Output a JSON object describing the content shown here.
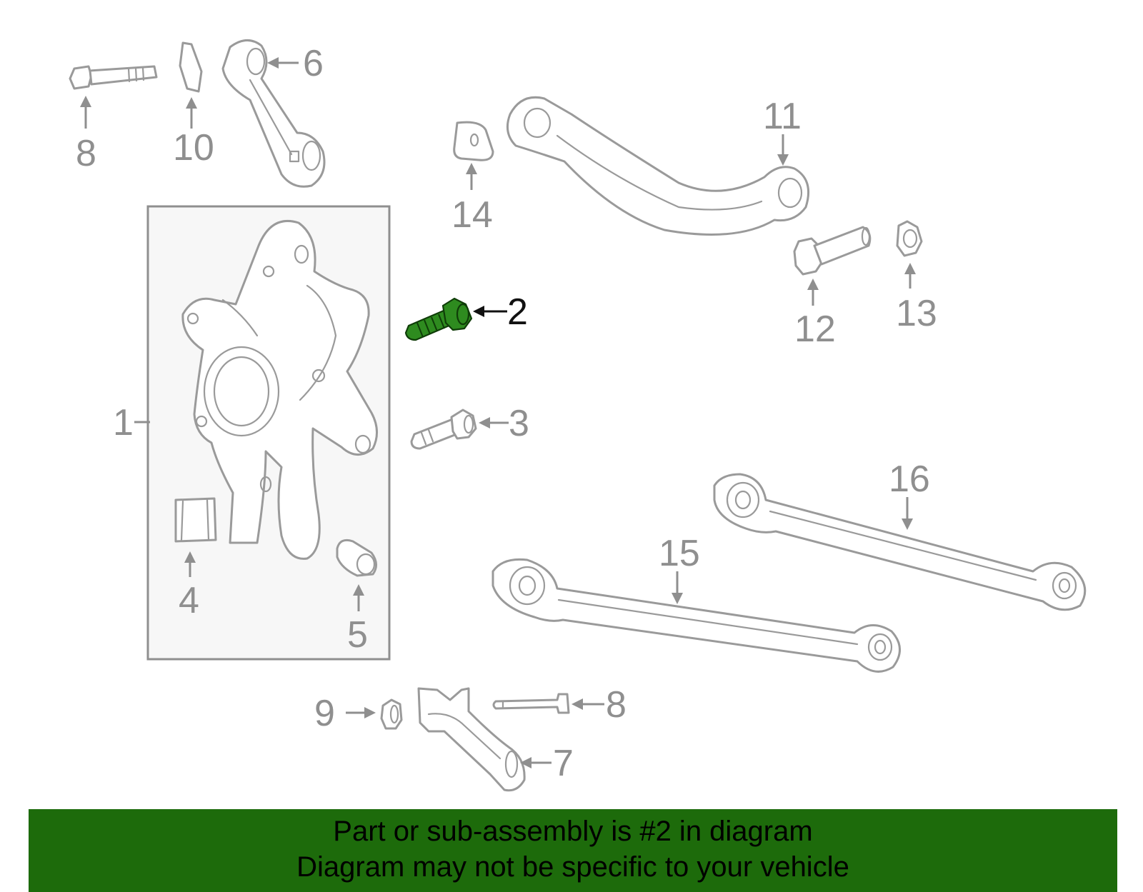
{
  "callouts": {
    "c1": "1",
    "c2": "2",
    "c3": "3",
    "c4": "4",
    "c5": "5",
    "c6": "6",
    "c7": "7",
    "c8a": "8",
    "c8b": "8",
    "c9": "9",
    "c10": "10",
    "c11": "11",
    "c12": "12",
    "c13": "13",
    "c14": "14",
    "c15": "15",
    "c16": "16"
  },
  "highlighted_part": "2",
  "colors": {
    "banner": "#1d6b0b",
    "highlight": "#2e8b1f",
    "line_art": "#9a9a9a"
  },
  "banner": {
    "line1": "Part or sub-assembly is #2 in diagram",
    "line2": "Diagram may not be specific to your vehicle"
  }
}
